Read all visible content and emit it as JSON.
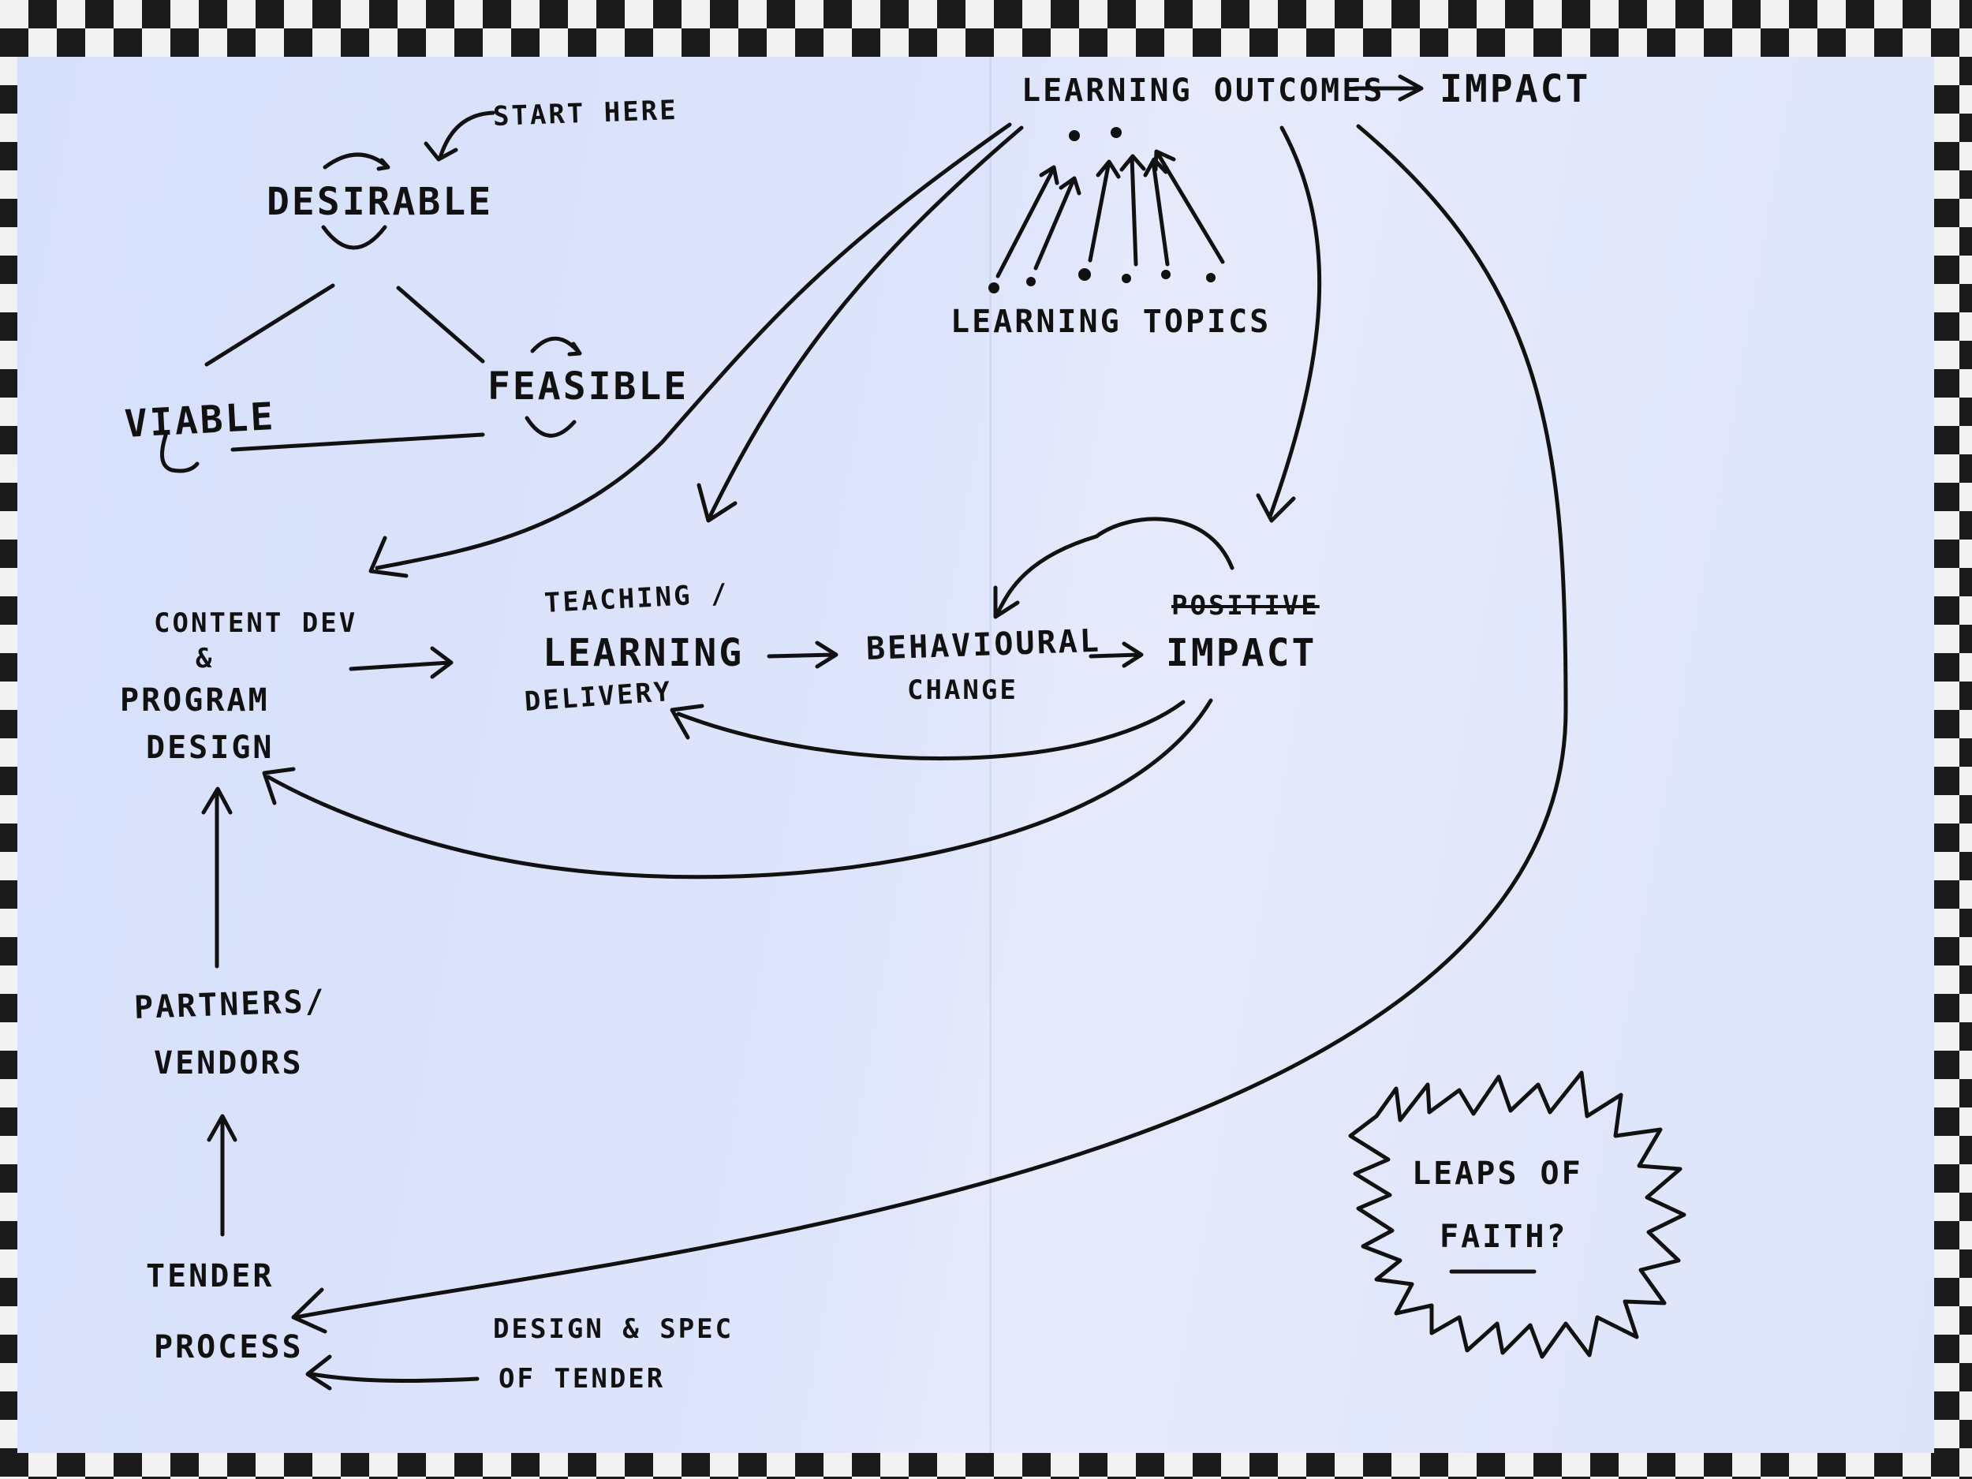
{
  "framework": {
    "start_note": "START HERE",
    "desirable": "DESIRABLE",
    "viable": "VIABLE",
    "feasible": "FEASIBLE"
  },
  "top": {
    "learning_outcomes": "LEARNING OUTCOMES",
    "impact": "IMPACT",
    "learning_topics": "LEARNING TOPICS"
  },
  "flow": {
    "content_dev_line1": "CONTENT DEV",
    "content_dev_line2": "&",
    "content_dev_line3": "PROGRAM",
    "content_dev_line4": "DESIGN",
    "teaching_line1": "TEACHING /",
    "teaching_line2": "LEARNING",
    "teaching_line3": "DELIVERY",
    "behavioural_line1": "BEHAVIOURAL",
    "behavioural_line2": "CHANGE",
    "positive_struck": "POSITIVE",
    "impact": "IMPACT"
  },
  "left_chain": {
    "partners_line1": "PARTNERS/",
    "partners_line2": "VENDORS",
    "tender_line1": "TENDER",
    "tender_line2": "PROCESS",
    "design_spec_line1": "DESIGN & SPEC",
    "design_spec_line2": "OF TENDER"
  },
  "burst": {
    "line1": "LEAPS OF",
    "line2": "FAITH?"
  },
  "colors": {
    "ink": "#111111",
    "paper": "#dbe3fb",
    "tablecloth": "#1b1b1b"
  }
}
